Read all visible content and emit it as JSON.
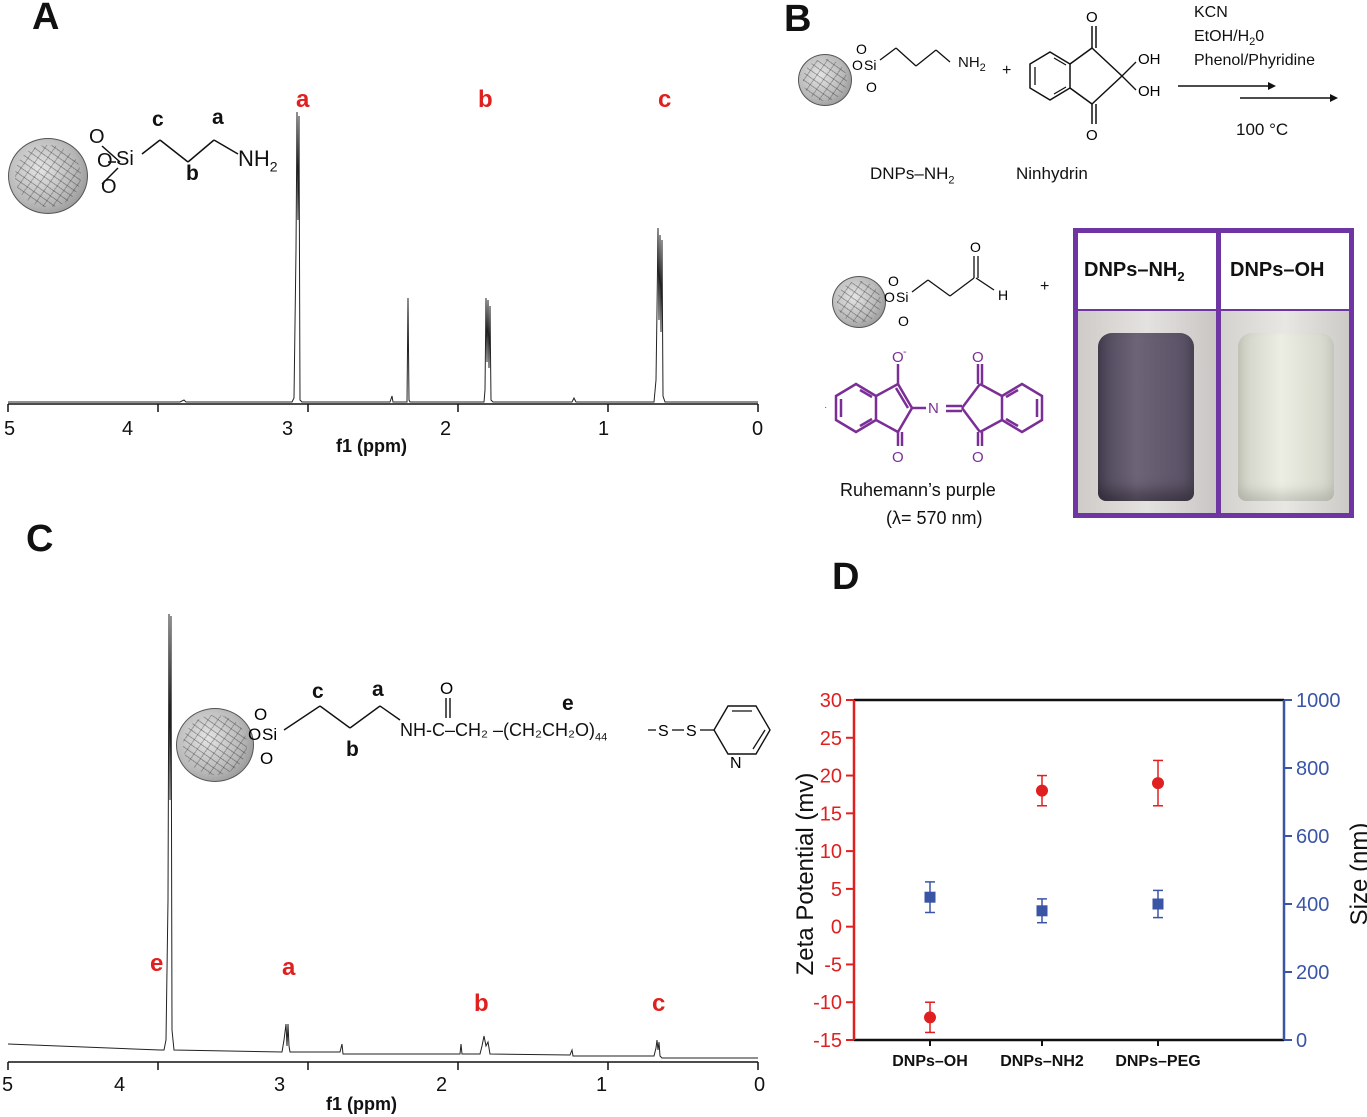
{
  "panels": {
    "A": {
      "letter": "A",
      "peak_labels": [
        "a",
        "b",
        "c"
      ],
      "structure_labels": {
        "c": "c",
        "a": "a",
        "b": "b",
        "nh2": "NH",
        "o1": "O",
        "o2": "O",
        "o3": "O",
        "si": "Si"
      },
      "xaxis": {
        "title": "f1 (ppm)",
        "ticks": [
          "5",
          "4",
          "3",
          "2",
          "1",
          "0"
        ]
      }
    },
    "B": {
      "letter": "B",
      "reagents": [
        "KCN",
        "EtOH/H",
        "Phenol/Phyridine"
      ],
      "temperature": "100 °C",
      "name_amine": "DNPs–NH",
      "name_ninhydrin": "Ninhydrin",
      "plus": "+",
      "product_name": "Ruhemann’s purple",
      "product_lambda": "(λ= 570 nm)",
      "photo_labels": [
        "DNPs–NH",
        "DNPs–OH"
      ],
      "purple": "#7b2f96"
    },
    "C": {
      "letter": "C",
      "peak_labels": [
        "e",
        "a",
        "b",
        "c"
      ],
      "structure_labels": {
        "c": "c",
        "a": "a",
        "b": "b",
        "e": "e"
      },
      "chain": "NH-C–CH₂ –(CH₂CH₂O)",
      "subscript_44": "44",
      "xaxis": {
        "title": "f1 (ppm)",
        "ticks": [
          "5",
          "4",
          "3",
          "2",
          "1",
          "0"
        ]
      }
    },
    "D": {
      "letter": "D",
      "chart_data": {
        "type": "scatter",
        "categories": [
          "DNPs–OH",
          "DNPs–NH2",
          "DNPs–PEG"
        ],
        "ylabel_left": "Zeta Potential (mv)",
        "ylabel_right": "Size (nm)",
        "ylim_left": [
          -15,
          30
        ],
        "ylim_right": [
          0,
          1000
        ],
        "yticks_left": [
          "30",
          "25",
          "20",
          "15",
          "10",
          "5",
          "0",
          "-5",
          "-10",
          "-15"
        ],
        "yticks_right": [
          "1000",
          "800",
          "600",
          "400",
          "200",
          "0"
        ],
        "series": [
          {
            "name": "Zeta Potential",
            "axis": "left",
            "color": "#e02020",
            "marker": "circle",
            "values": [
              -12,
              18,
              19
            ],
            "errors": [
              2,
              2,
              3
            ]
          },
          {
            "name": "Size",
            "axis": "right",
            "color": "#3a55a6",
            "marker": "square",
            "values": [
              420,
              380,
              400
            ],
            "errors": [
              45,
              35,
              40
            ]
          }
        ]
      }
    }
  }
}
